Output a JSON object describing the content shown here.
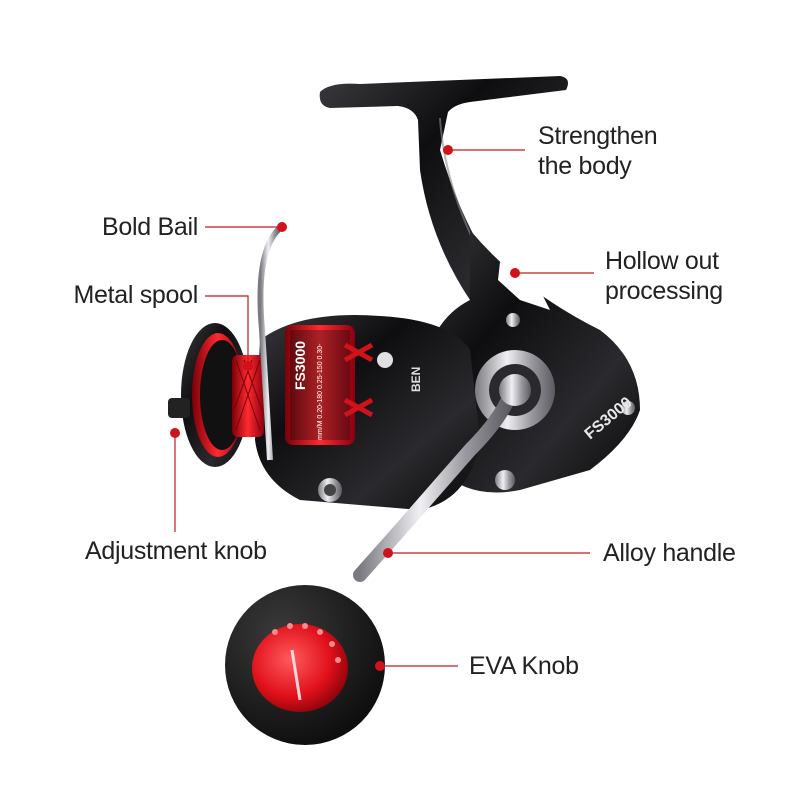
{
  "product": {
    "model_marking": "FS3000",
    "line_spec": "mm/M 0.20-180 0.25-150 0.30-",
    "brand_text": "BEN"
  },
  "callouts": [
    {
      "id": "strengthen-body",
      "lines": [
        "Strengthen",
        "the body"
      ]
    },
    {
      "id": "bold-bail",
      "lines": [
        "Bold Bail"
      ]
    },
    {
      "id": "hollow-out",
      "lines": [
        "Hollow out",
        "processing"
      ]
    },
    {
      "id": "metal-spool",
      "lines": [
        "Metal spool"
      ]
    },
    {
      "id": "adjustment-knob",
      "lines": [
        "Adjustment knob"
      ]
    },
    {
      "id": "alloy-handle",
      "lines": [
        "Alloy handle"
      ]
    },
    {
      "id": "eva-knob",
      "lines": [
        "EVA Knob"
      ]
    }
  ],
  "colors": {
    "accent_red": "#d0121b",
    "body_black": "#141414",
    "chrome": "#c8c8cc",
    "leader_line": "#c21a22"
  }
}
